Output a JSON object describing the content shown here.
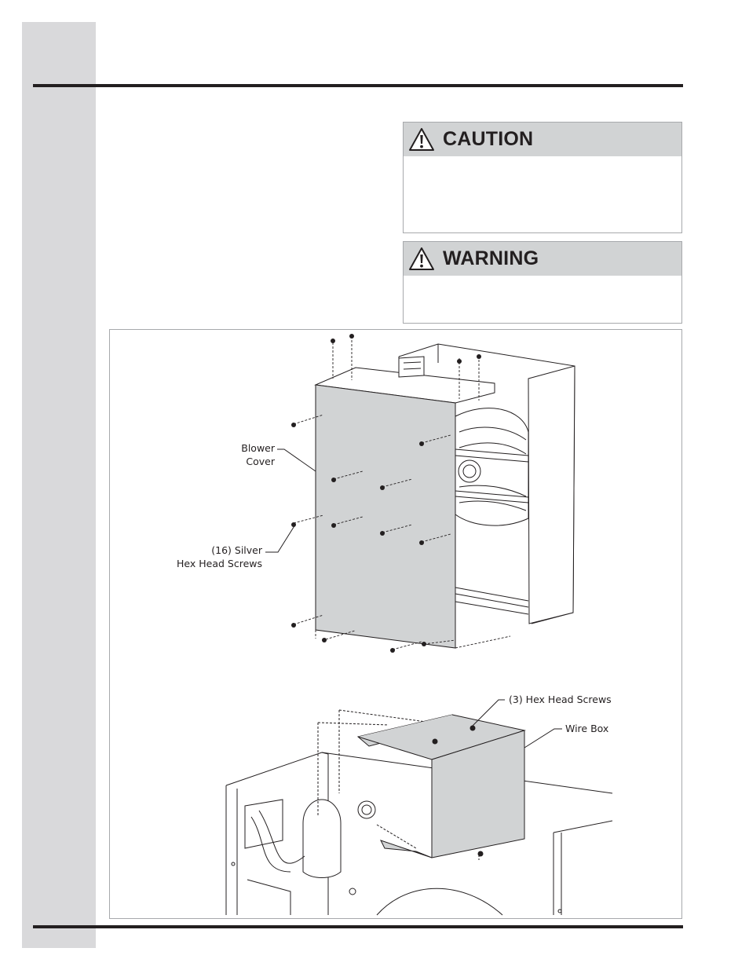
{
  "notices": {
    "caution": {
      "label": "CAUTION",
      "icon": "exclamation-triangle-icon"
    },
    "warning": {
      "label": "WARNING",
      "icon": "exclamation-triangle-icon"
    }
  },
  "figure_upper": {
    "callout_blower_line1": "Blower",
    "callout_blower_line2": "Cover",
    "callout_screws_line1": "(16) Silver",
    "callout_screws_line2": "Hex Head Screws"
  },
  "figure_lower": {
    "callout_hex_screws": "(3) Hex Head Screws",
    "callout_wire_box": "Wire Box"
  },
  "colors": {
    "rule": "#231f20",
    "side_band": "#d9d9db",
    "notice_header": "#d1d3d4",
    "panel_fill": "#d1d3d4"
  }
}
